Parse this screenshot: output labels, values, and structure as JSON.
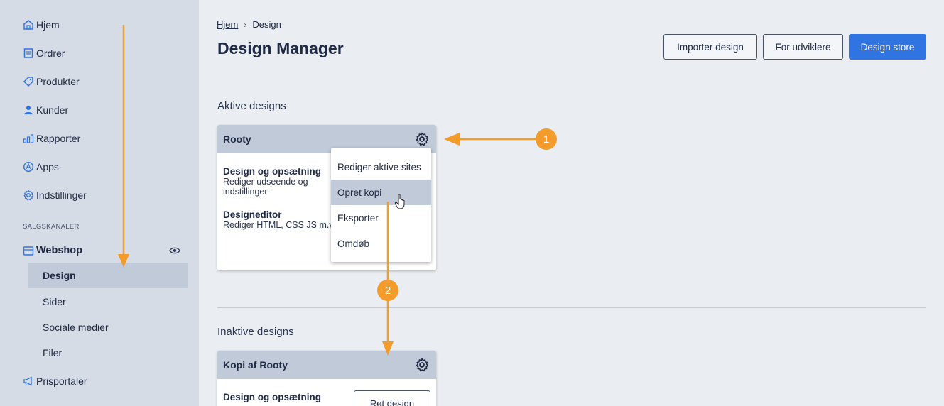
{
  "sidebar": {
    "items": [
      {
        "label": "Hjem",
        "icon": "home-icon"
      },
      {
        "label": "Ordrer",
        "icon": "orders-icon"
      },
      {
        "label": "Produkter",
        "icon": "tag-icon"
      },
      {
        "label": "Kunder",
        "icon": "user-icon"
      },
      {
        "label": "Rapporter",
        "icon": "bar-chart-icon"
      },
      {
        "label": "Apps",
        "icon": "apps-icon"
      },
      {
        "label": "Indstillinger",
        "icon": "gear-icon"
      }
    ],
    "section_label": "SALGSKANALER",
    "channel": {
      "label": "Webshop",
      "icon": "store-icon",
      "visibility_icon": "eye-icon"
    },
    "sub_items": [
      {
        "label": "Design",
        "active": true
      },
      {
        "label": "Sider",
        "active": false
      },
      {
        "label": "Sociale medier",
        "active": false
      },
      {
        "label": "Filer",
        "active": false
      }
    ],
    "extra_item": {
      "label": "Prisportaler",
      "icon": "megaphone-icon"
    }
  },
  "breadcrumb": {
    "home": "Hjem",
    "current": "Design"
  },
  "page_title": "Design Manager",
  "header_buttons": {
    "import": "Importer design",
    "developers": "For udviklere",
    "store": "Design store"
  },
  "active_section": {
    "title": "Aktive designs",
    "card": {
      "name": "Rooty",
      "block1_title": "Design og opsætning",
      "block1_desc": "Rediger udseende og indstillinger",
      "block2_title": "Designeditor",
      "block2_desc": "Rediger HTML, CSS JS m.v."
    }
  },
  "dropdown": {
    "items": [
      "Rediger aktive sites",
      "Opret kopi",
      "Eksporter",
      "Omdøb"
    ],
    "hovered": "Opret kopi"
  },
  "inactive_section": {
    "title": "Inaktive designs",
    "card": {
      "name": "Kopi af Rooty",
      "block1_title": "Design og opsætning",
      "edit_button": "Ret design"
    }
  },
  "annotations": {
    "badge1": "1",
    "badge2": "2",
    "color": "#f39c2c"
  },
  "colors": {
    "sidebar_bg": "#d5dce6",
    "main_bg": "#eaedf2",
    "primary": "#2f74e0",
    "accent_icon": "#2f74e0",
    "card_header": "#c0cad9"
  }
}
